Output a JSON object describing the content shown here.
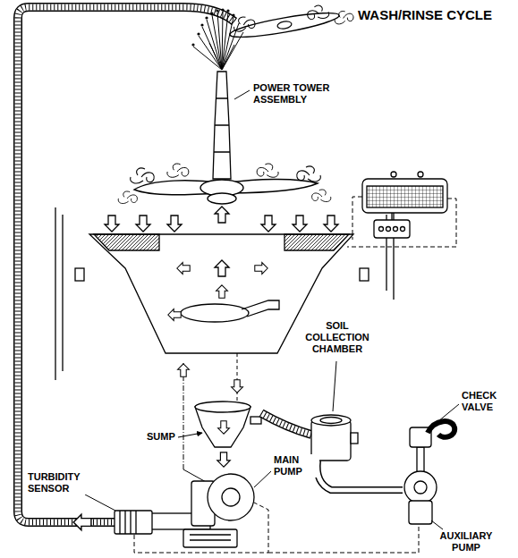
{
  "diagram": {
    "title": "WASH/RINSE CYCLE",
    "labels": [
      "POWER TOWER ASSEMBLY",
      "SOIL COLLECTION CHAMBER",
      "CHECK VALVE",
      "AUXILIARY PUMP",
      "SUMP",
      "MAIN PUMP",
      "TURBIDITY SENSOR"
    ]
  }
}
